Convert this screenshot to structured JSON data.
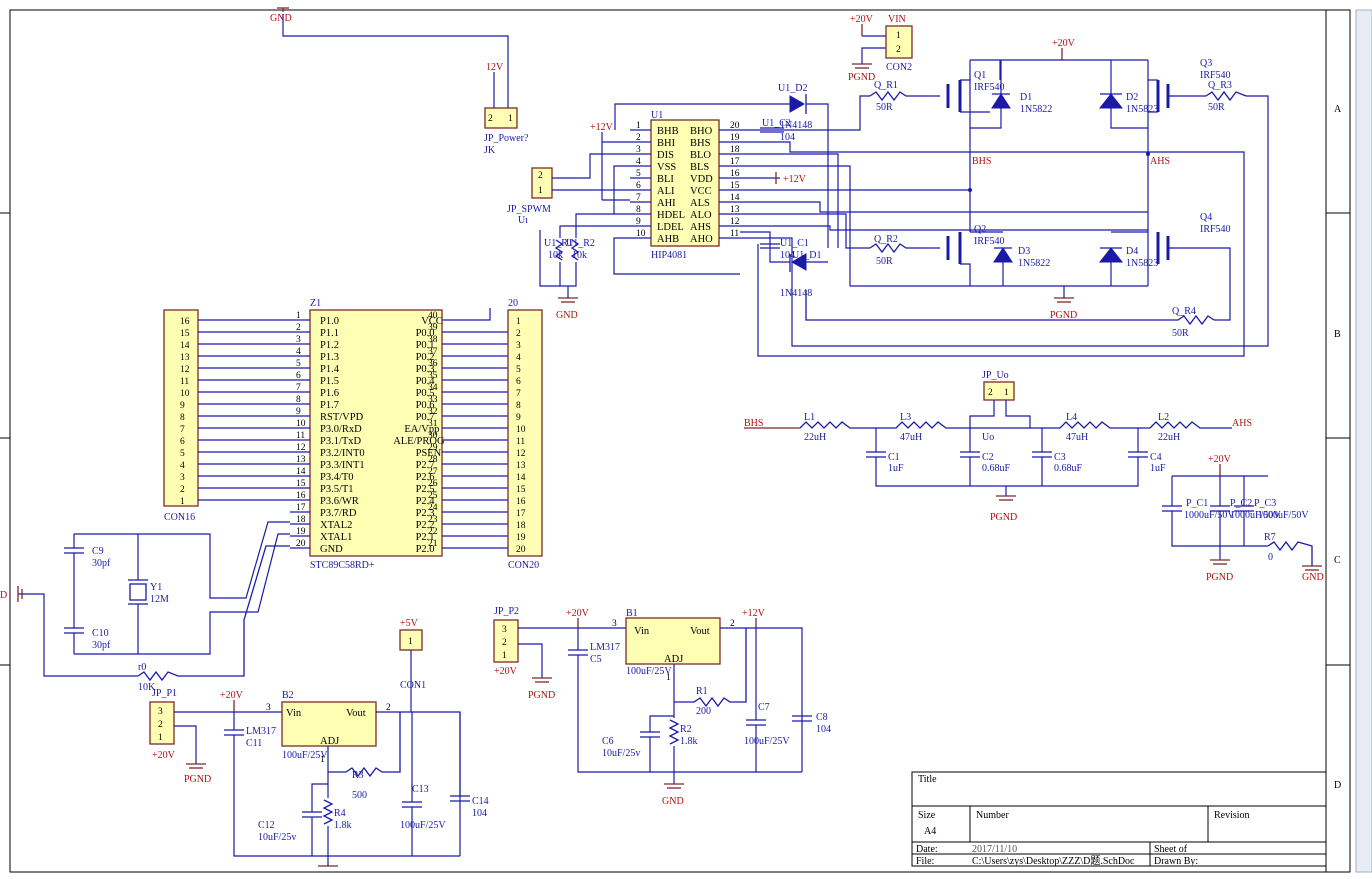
{
  "labels": {
    "top": [
      {
        "id": "gnd_top",
        "t": "GND"
      },
      {
        "id": "v12_jk",
        "t": "12V"
      },
      {
        "id": "jk_name",
        "t": "JP_Power?"
      },
      {
        "id": "jk_sub",
        "t": "JK"
      },
      {
        "id": "con2_p20",
        "t": "+20V"
      },
      {
        "id": "con2_vin",
        "t": "VIN"
      },
      {
        "id": "con2_pgnd",
        "t": "PGND"
      },
      {
        "id": "con2_name",
        "t": "CON2"
      },
      {
        "id": "p20_top",
        "t": "+20V"
      }
    ],
    "u1": [
      {
        "id": "u1_name",
        "t": "U1"
      },
      {
        "id": "u1_type",
        "t": "HIP4081"
      },
      {
        "id": "u1_p12",
        "t": "+12V"
      },
      {
        "id": "u1_p12b",
        "t": "+12V"
      },
      {
        "id": "jp_spwm",
        "t": "JP_SPWM"
      },
      {
        "id": "jp_spwm_u",
        "t": "Uı"
      },
      {
        "id": "u1r1",
        "t": "U1_R1"
      },
      {
        "id": "u1r2",
        "t": "U1_R2"
      },
      {
        "id": "r1v",
        "t": "10k"
      },
      {
        "id": "r2v",
        "t": "10k"
      },
      {
        "id": "gnd_u1",
        "t": "GND"
      },
      {
        "id": "u1d2",
        "t": "U1_D2"
      },
      {
        "id": "u1d2v",
        "t": "1N4148"
      },
      {
        "id": "u1c2",
        "t": "U1_C2"
      },
      {
        "id": "u1c2v",
        "t": "104"
      },
      {
        "id": "u1c1",
        "t": "U1_C1"
      },
      {
        "id": "u1c1v",
        "t": "104"
      },
      {
        "id": "u1d1",
        "t": "U1_D1"
      },
      {
        "id": "u1d1v",
        "t": "1N4148"
      }
    ],
    "bridge": [
      {
        "id": "qr1",
        "t": "Q_R1"
      },
      {
        "id": "qr1v",
        "t": "50R"
      },
      {
        "id": "qr2",
        "t": "Q_R2"
      },
      {
        "id": "qr2v",
        "t": "50R"
      },
      {
        "id": "qr3",
        "t": "Q_R3"
      },
      {
        "id": "qr3v",
        "t": "50R"
      },
      {
        "id": "qr4",
        "t": "Q_R4"
      },
      {
        "id": "qr4v",
        "t": "50R"
      },
      {
        "id": "q1",
        "t": "Q1"
      },
      {
        "id": "q1v",
        "t": "IRF540"
      },
      {
        "id": "q2",
        "t": "Q2"
      },
      {
        "id": "q2v",
        "t": "IRF540"
      },
      {
        "id": "q3",
        "t": "Q3"
      },
      {
        "id": "q3v",
        "t": "IRF540"
      },
      {
        "id": "q4",
        "t": "Q4"
      },
      {
        "id": "q4v",
        "t": "IRF540"
      },
      {
        "id": "d1",
        "t": "D1"
      },
      {
        "id": "d1v",
        "t": "1N5822"
      },
      {
        "id": "d2",
        "t": "D2"
      },
      {
        "id": "d2v",
        "t": "1N5823"
      },
      {
        "id": "d3",
        "t": "D3"
      },
      {
        "id": "d3v",
        "t": "1N5822"
      },
      {
        "id": "d4",
        "t": "D4"
      },
      {
        "id": "d4v",
        "t": "1N5823"
      },
      {
        "id": "bhs",
        "t": "BHS"
      },
      {
        "id": "ahs",
        "t": "AHS"
      },
      {
        "id": "pgnd_br",
        "t": "PGND"
      }
    ],
    "filter": [
      {
        "id": "f_bhs",
        "t": "BHS"
      },
      {
        "id": "f_ahs",
        "t": "AHS"
      },
      {
        "id": "l1",
        "t": "L1"
      },
      {
        "id": "l1v",
        "t": "22uH"
      },
      {
        "id": "l3",
        "t": "L3"
      },
      {
        "id": "l3v",
        "t": "47uH"
      },
      {
        "id": "l4",
        "t": "L4"
      },
      {
        "id": "l4v",
        "t": "47uH"
      },
      {
        "id": "l2",
        "t": "L2"
      },
      {
        "id": "l2v",
        "t": "22uH"
      },
      {
        "id": "c1",
        "t": "C1"
      },
      {
        "id": "c1v",
        "t": "1uF"
      },
      {
        "id": "c2",
        "t": "C2"
      },
      {
        "id": "c2v",
        "t": "0.68uF"
      },
      {
        "id": "c3",
        "t": "C3"
      },
      {
        "id": "c3v",
        "t": "0.68uF"
      },
      {
        "id": "c4",
        "t": "C4"
      },
      {
        "id": "c4v",
        "t": "1uF"
      },
      {
        "id": "uo",
        "t": "Uo"
      },
      {
        "id": "jp_uo",
        "t": "JP_Uo"
      },
      {
        "id": "pgnd_f",
        "t": "PGND"
      }
    ],
    "pcaps": [
      {
        "id": "pc_p20",
        "t": "+20V"
      },
      {
        "id": "pc1",
        "t": "P_C1"
      },
      {
        "id": "pc2",
        "t": "P_C2"
      },
      {
        "id": "pc3",
        "t": "P_C3"
      },
      {
        "id": "pc_v",
        "t": "1000uF/50V"
      },
      {
        "id": "pc_v2",
        "t": "1000uF/50V"
      },
      {
        "id": "pc_v3",
        "t": "1000uF/50V"
      },
      {
        "id": "pgnd_pc",
        "t": "PGND"
      },
      {
        "id": "r7",
        "t": "R7"
      },
      {
        "id": "r7v",
        "t": "0"
      },
      {
        "id": "gnd_pc",
        "t": "GND"
      }
    ],
    "mcu": [
      {
        "id": "z1",
        "t": "Z1"
      },
      {
        "id": "z1type",
        "t": "STC89C58RD+"
      },
      {
        "id": "con16",
        "t": "CON16"
      },
      {
        "id": "con20top",
        "t": "20"
      },
      {
        "id": "con20",
        "t": "CON20"
      },
      {
        "id": "c9",
        "t": "C9"
      },
      {
        "id": "c9v",
        "t": "30pf"
      },
      {
        "id": "c10",
        "t": "C10"
      },
      {
        "id": "c10v",
        "t": "30pf"
      },
      {
        "id": "y1",
        "t": "Y1"
      },
      {
        "id": "y1v",
        "t": "12M"
      },
      {
        "id": "r0",
        "t": "r0"
      },
      {
        "id": "r0v",
        "t": "10K"
      },
      {
        "id": "gnd_left",
        "t": "D"
      }
    ],
    "ps1": [
      {
        "id": "jp_p1",
        "t": "JP_P1"
      },
      {
        "id": "p1_20",
        "t": "+20V"
      },
      {
        "id": "p1_20b",
        "t": "+20V"
      },
      {
        "id": "pgnd_p1",
        "t": "PGND"
      },
      {
        "id": "b2",
        "t": "B2"
      },
      {
        "id": "b2type",
        "t": "LM317"
      },
      {
        "id": "c11",
        "t": "C11"
      },
      {
        "id": "c11v",
        "t": "100uF/25V"
      },
      {
        "id": "c12",
        "t": "C12"
      },
      {
        "id": "c12v",
        "t": "10uF/25v"
      },
      {
        "id": "r3",
        "t": "R3"
      },
      {
        "id": "r3v",
        "t": "500"
      },
      {
        "id": "r4",
        "t": "R4"
      },
      {
        "id": "r4v",
        "t": "1.8k"
      },
      {
        "id": "c13",
        "t": "C13"
      },
      {
        "id": "c13v",
        "t": "100uF/25V"
      },
      {
        "id": "c14",
        "t": "C14"
      },
      {
        "id": "c14v",
        "t": "104"
      },
      {
        "id": "p5v",
        "t": "+5V"
      },
      {
        "id": "con1",
        "t": "CON1"
      }
    ],
    "ps2": [
      {
        "id": "jp_p2",
        "t": "JP_P2"
      },
      {
        "id": "p2_20",
        "t": "+20V"
      },
      {
        "id": "p2_20b",
        "t": "+20V"
      },
      {
        "id": "pgnd_p2",
        "t": "PGND"
      },
      {
        "id": "b1",
        "t": "B1"
      },
      {
        "id": "b1type",
        "t": "LM317"
      },
      {
        "id": "c5",
        "t": "C5"
      },
      {
        "id": "c5v",
        "t": "100uF/25V"
      },
      {
        "id": "c6",
        "t": "C6"
      },
      {
        "id": "c6v",
        "t": "10uF/25v"
      },
      {
        "id": "r1",
        "t": "R1"
      },
      {
        "id": "r1vv",
        "t": "200"
      },
      {
        "id": "r2",
        "t": "R2"
      },
      {
        "id": "r2vv",
        "t": "1.8k"
      },
      {
        "id": "c7",
        "t": "C7"
      },
      {
        "id": "c7v",
        "t": "100uF/25V"
      },
      {
        "id": "c8",
        "t": "C8"
      },
      {
        "id": "c8v",
        "t": "104"
      },
      {
        "id": "p12_b1",
        "t": "+12V"
      },
      {
        "id": "gnd_b1",
        "t": "GND"
      }
    ]
  },
  "regulator": {
    "vin": "Vin",
    "vout": "Vout",
    "adj": "ADJ",
    "pin_in": "3",
    "pin_out": "2",
    "pin_adj": "1"
  },
  "u1_pins": {
    "left": [
      [
        "1",
        "BHB"
      ],
      [
        "2",
        "BHI"
      ],
      [
        "3",
        "DIS"
      ],
      [
        "4",
        "VSS"
      ],
      [
        "5",
        "BLI"
      ],
      [
        "6",
        "ALI"
      ],
      [
        "7",
        "AHI"
      ],
      [
        "8",
        "HDEL"
      ],
      [
        "9",
        "LDEL"
      ],
      [
        "10",
        "AHB"
      ]
    ],
    "right": [
      [
        "20",
        "BHO"
      ],
      [
        "19",
        "BHS"
      ],
      [
        "18",
        "BLO"
      ],
      [
        "17",
        "BLS"
      ],
      [
        "16",
        "VDD"
      ],
      [
        "15",
        "VCC"
      ],
      [
        "14",
        "ALS"
      ],
      [
        "13",
        "ALO"
      ],
      [
        "12",
        "AHS"
      ],
      [
        "11",
        "AHO"
      ]
    ]
  },
  "z1_pins": {
    "left": [
      [
        "1",
        "P1.0"
      ],
      [
        "2",
        "P1.1"
      ],
      [
        "3",
        "P1.2"
      ],
      [
        "4",
        "P1.3"
      ],
      [
        "5",
        "P1.4"
      ],
      [
        "6",
        "P1.5"
      ],
      [
        "7",
        "P1.6"
      ],
      [
        "8",
        "P1.7"
      ],
      [
        "9",
        "RST/VPD"
      ],
      [
        "10",
        "P3.0/RxD"
      ],
      [
        "11",
        "P3.1/TxD"
      ],
      [
        "12",
        "P3.2/INT0"
      ],
      [
        "13",
        "P3.3/INT1"
      ],
      [
        "14",
        "P3.4/T0"
      ],
      [
        "15",
        "P3.5/T1"
      ],
      [
        "16",
        "P3.6/WR"
      ],
      [
        "17",
        "P3.7/RD"
      ],
      [
        "18",
        "XTAL2"
      ],
      [
        "19",
        "XTAL1"
      ],
      [
        "20",
        "GND"
      ]
    ],
    "right": [
      [
        "40",
        "VCC"
      ],
      [
        "39",
        "P0.0"
      ],
      [
        "38",
        "P0.1"
      ],
      [
        "37",
        "P0.2"
      ],
      [
        "36",
        "P0.3"
      ],
      [
        "35",
        "P0.4"
      ],
      [
        "34",
        "P0.5"
      ],
      [
        "33",
        "P0.6"
      ],
      [
        "32",
        "P0.7"
      ],
      [
        "31",
        "EA/Vpp"
      ],
      [
        "30",
        "ALE/PROG"
      ],
      [
        "29",
        "PSEN"
      ],
      [
        "28",
        "P2.7"
      ],
      [
        "27",
        "P2.6"
      ],
      [
        "26",
        "P2.5"
      ],
      [
        "25",
        "P2.4"
      ],
      [
        "24",
        "P2.3"
      ],
      [
        "23",
        "P2.2"
      ],
      [
        "22",
        "P2.1"
      ],
      [
        "21",
        "P2.0"
      ]
    ]
  },
  "con16_pins": [
    "16",
    "15",
    "14",
    "13",
    "12",
    "11",
    "10",
    "9",
    "8",
    "7",
    "6",
    "5",
    "4",
    "3",
    "2",
    "1"
  ],
  "con20_pins": [
    "1",
    "2",
    "3",
    "4",
    "5",
    "6",
    "7",
    "8",
    "9",
    "10",
    "11",
    "12",
    "13",
    "14",
    "15",
    "16",
    "17",
    "18",
    "19",
    "20"
  ],
  "connectors": {
    "jk": [
      "2",
      "1"
    ],
    "con2": [
      "1",
      "2"
    ],
    "spwm": [
      "2",
      "1"
    ],
    "jp_uo": [
      "2",
      "1"
    ],
    "jp_p1": [
      "3",
      "2",
      "1"
    ],
    "jp_p2": [
      "3",
      "2",
      "1"
    ],
    "con1": [
      "1"
    ]
  },
  "border_letters": {
    "right": [
      "A",
      "B",
      "C",
      "D"
    ]
  },
  "title_block": {
    "title": "Title",
    "size_label": "Size",
    "size": "A4",
    "number_label": "Number",
    "revision_label": "Revision",
    "date_label": "Date:",
    "date": "2017/11/10",
    "sheet_label": "Sheet    of",
    "file_label": "File:",
    "file": "C:\\Users\\zys\\Desktop\\ZZZ\\D题.SchDoc",
    "drawn_label": "Drawn By:"
  }
}
